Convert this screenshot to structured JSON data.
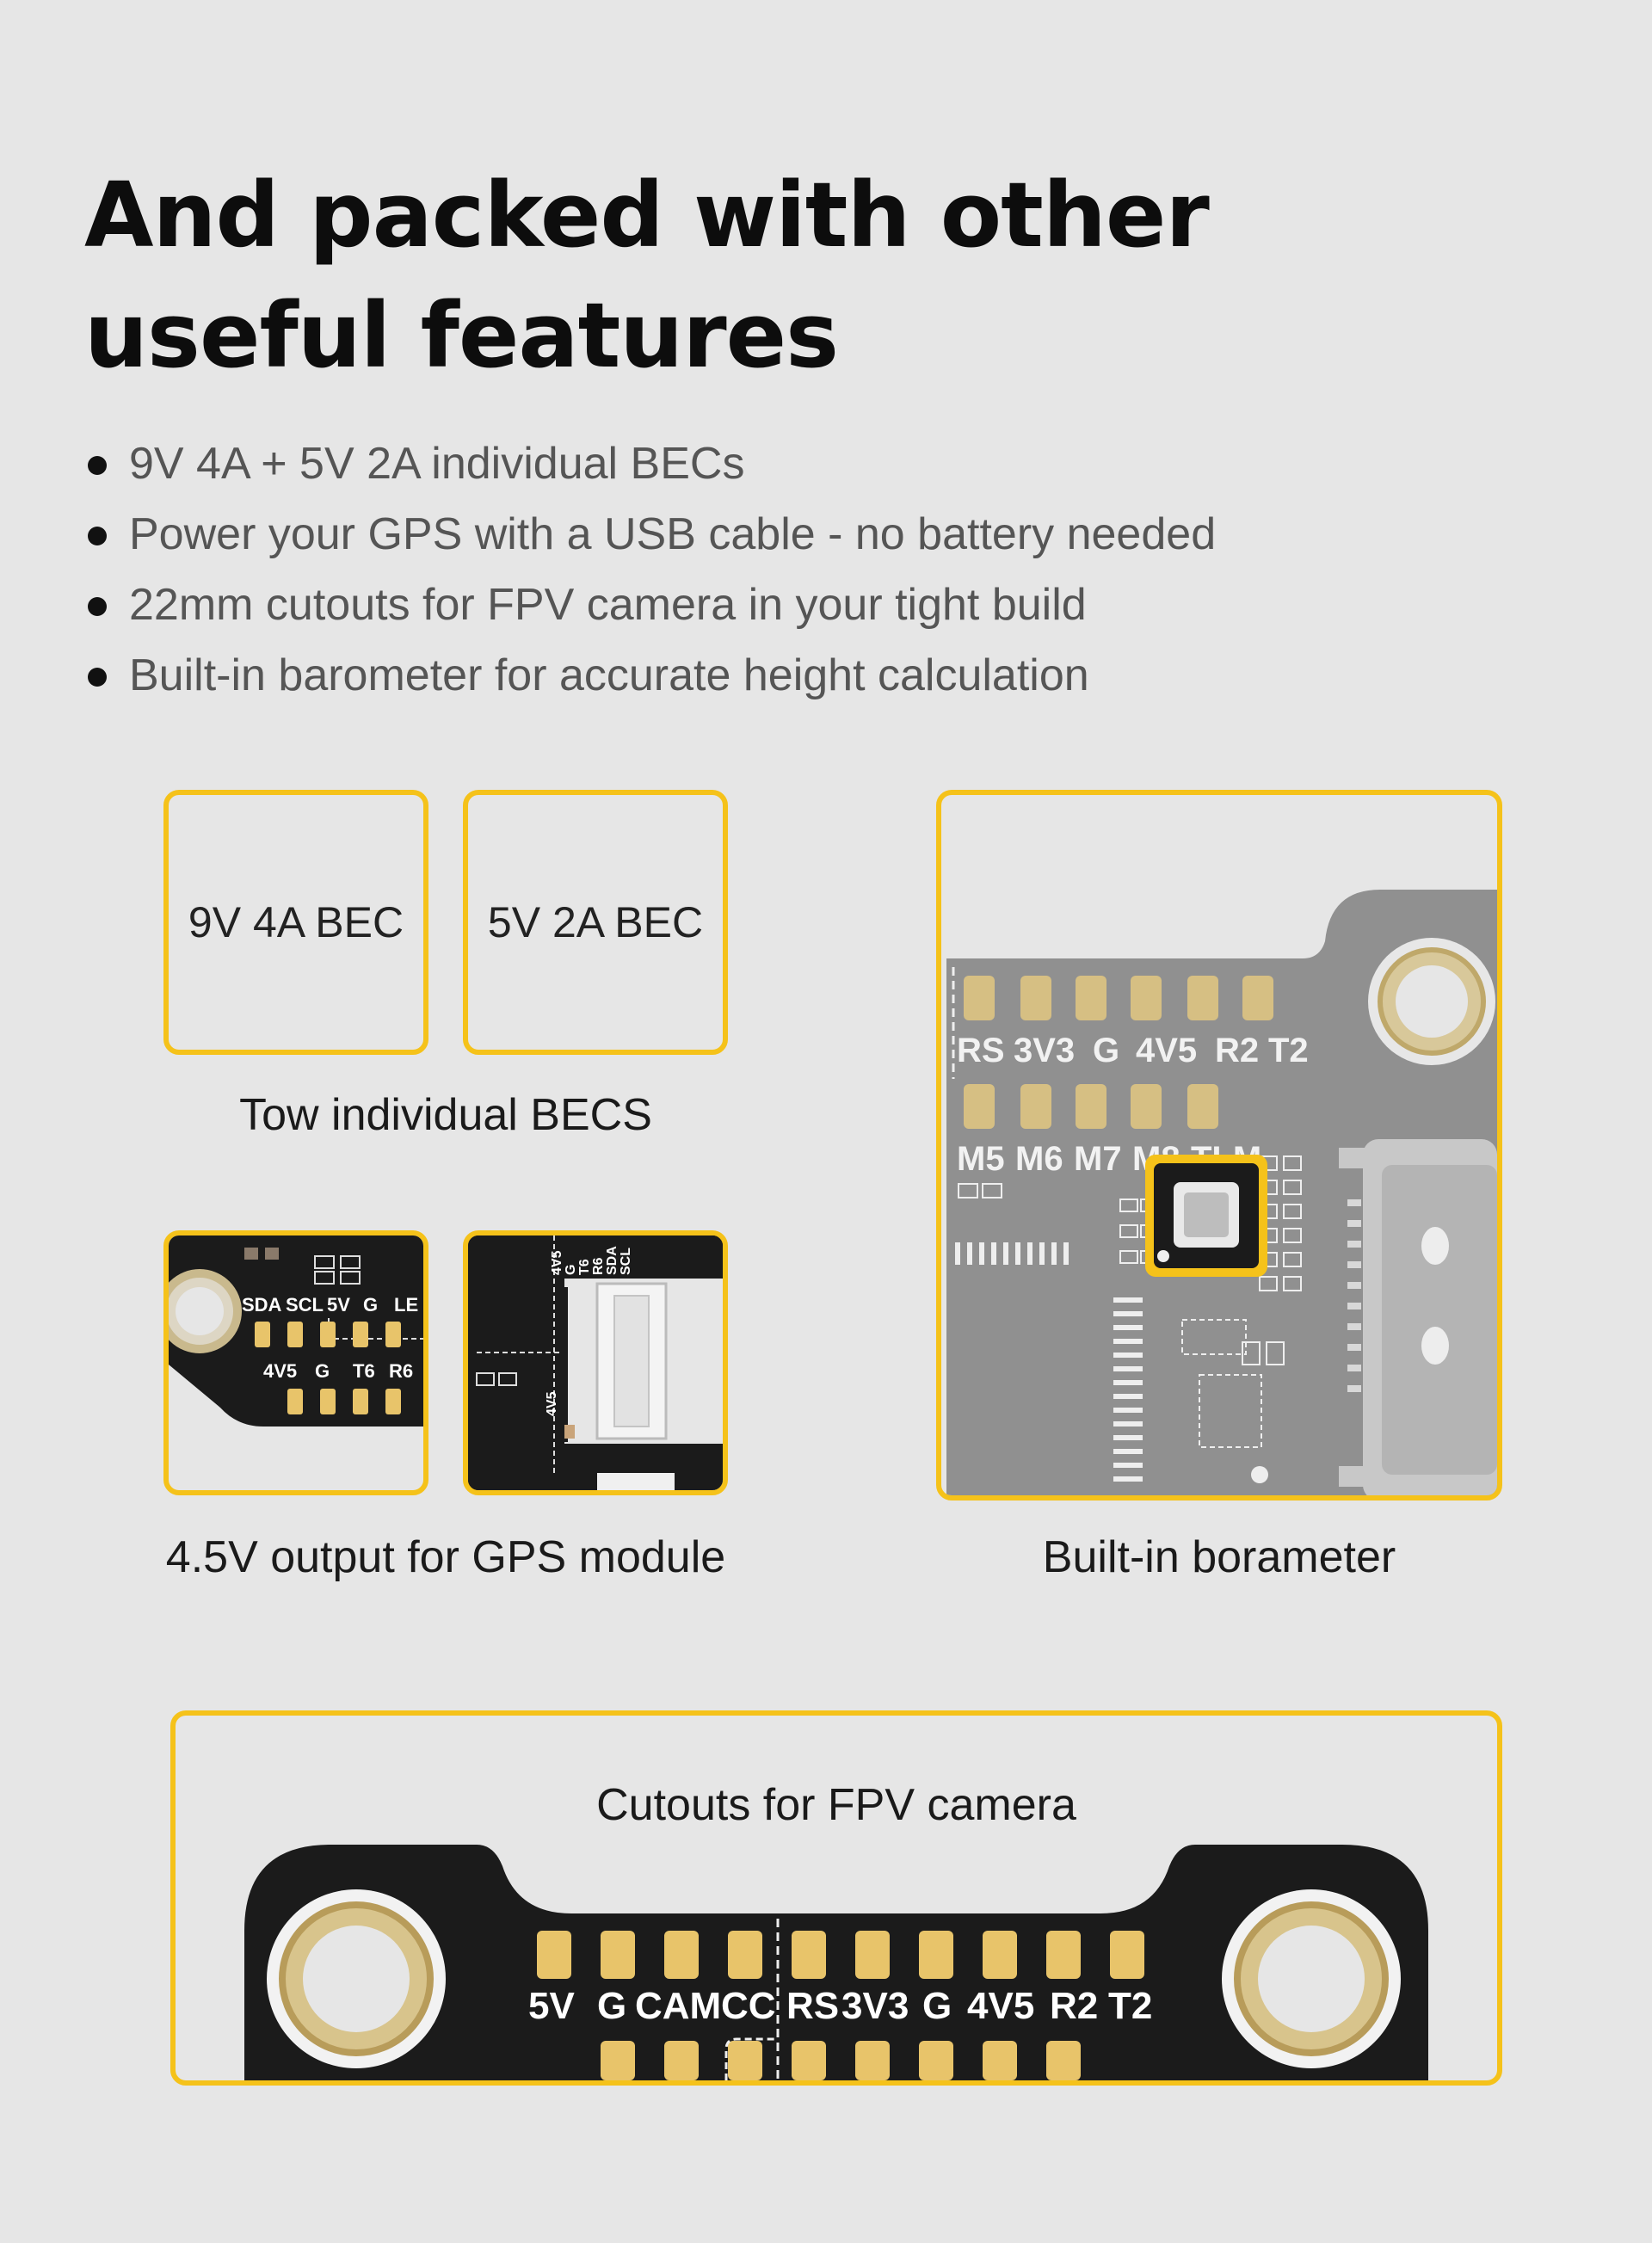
{
  "title": "And packed with other useful features",
  "features": [
    "9V 4A + 5V 2A individual BECs",
    "Power your GPS with a USB cable - no battery needed",
    "22mm cutouts for FPV camera in your tight  build",
    "Built-in barometer for accurate height calculation"
  ],
  "becs": {
    "box1": "9V 4A BEC",
    "box2": "5V 2A BEC",
    "caption": "Tow individual BECS"
  },
  "gps": {
    "caption": "4.5V output for GPS module",
    "board_top_labels": [
      "SDA",
      "SCL",
      "5V",
      "G",
      "LE"
    ],
    "board_bottom_labels": [
      "4V5",
      "G",
      "T6",
      "R6"
    ],
    "connector_labels": [
      "4V5",
      "G",
      "T6",
      "R6",
      "SDA",
      "SCL"
    ],
    "connector_side_label": "4V5"
  },
  "barometer": {
    "caption": "Built-in borameter",
    "row1_labels": [
      "RS",
      "3V3",
      "G",
      "4V5",
      "R2",
      "T2"
    ],
    "row2_labels": [
      "M5",
      "M6",
      "M7",
      "M8",
      "TLM"
    ]
  },
  "camera": {
    "caption": "Cutouts for FPV camera",
    "pad_labels": [
      "5V",
      "G",
      "CAM",
      "CC",
      "RS",
      "3V3",
      "G",
      "4V5",
      "R2",
      "T2"
    ]
  },
  "colors": {
    "accent": "#f5c21a",
    "background": "#e6e6e6",
    "pcb": "#1b1b1b",
    "pad": "#e8c46a"
  }
}
